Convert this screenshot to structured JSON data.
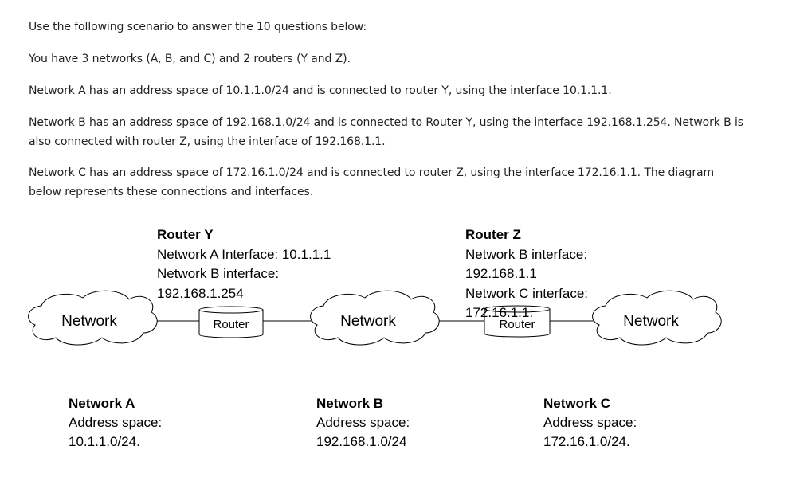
{
  "intro": {
    "p1": "Use the following scenario to answer the 10 questions below:",
    "p2": "You have 3 networks (A, B, and C) and 2 routers (Y and Z).",
    "p3": "Network A has an address space of 10.1.1.0/24 and is connected to router Y, using the interface 10.1.1.1.",
    "p4": "Network B has an address space of 192.168.1.0/24 and is connected to Router Y, using the interface 192.168.1.254. Network B is also connected with router Z, using the interface of 192.168.1.1.",
    "p5": "Network C has an address space of 172.16.1.0/24 and is connected to router Z, using the interface 172.16.1.1. The diagram below represents these connections and interfaces."
  },
  "diagram": {
    "router_y": {
      "title": "Router Y",
      "line1": "Network A Interface: 10.1.1.1",
      "line2": "Network B interface:",
      "line3": "192.168.1.254",
      "box_label": "Router"
    },
    "router_z": {
      "title": "Router Z",
      "line1": "Network B interface:",
      "line2": "192.168.1.1",
      "line3": "Network C interface:",
      "line4": "172.16.1.1.",
      "box_label": "Router"
    },
    "cloud_a": "Network",
    "cloud_b": "Network",
    "cloud_c": "Network",
    "network_a": {
      "title": "Network A",
      "line1": "Address space:",
      "line2": "10.1.1.0/24."
    },
    "network_b": {
      "title": "Network B",
      "line1": "Address space:",
      "line2": "192.168.1.0/24"
    },
    "network_c": {
      "title": "Network C",
      "line1": "Address space:",
      "line2": "172.16.1.0/24."
    }
  }
}
